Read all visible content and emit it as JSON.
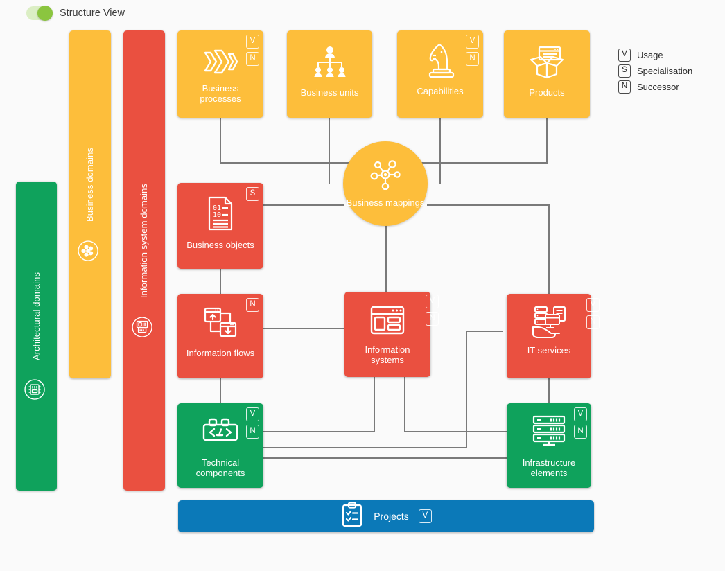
{
  "toggle": {
    "label": "Structure View",
    "state": "on",
    "track_color": "#dbeec4",
    "knob_color": "#8bc53f"
  },
  "legend": {
    "items": [
      {
        "badge": "V",
        "label": "Usage"
      },
      {
        "badge": "S",
        "label": "Specialisation"
      },
      {
        "badge": "N",
        "label": "Successor"
      }
    ]
  },
  "colors": {
    "orange": "#FDBE3B",
    "red": "#EA5040",
    "green": "#0FA25C",
    "blue": "#0B79B8",
    "wire": "#7a7a7a",
    "background": "#fafafa"
  },
  "lanes": [
    {
      "id": "architectural-domains",
      "label": "Architectural domains",
      "color": "#0FA25C",
      "icon": "chip-icon"
    },
    {
      "id": "business-domains",
      "label": "Business domains",
      "color": "#FDBE3B",
      "icon": "molecule-icon"
    },
    {
      "id": "information-system-domains",
      "label": "Information system domains",
      "color": "#EA5040",
      "icon": "app-window-icon"
    }
  ],
  "nodes": [
    {
      "id": "business-processes",
      "label": "Business processes",
      "color": "#FDBE3B",
      "icon": "chevrons-icon",
      "badges": [
        "V",
        "N"
      ]
    },
    {
      "id": "business-units",
      "label": "Business units",
      "color": "#FDBE3B",
      "icon": "org-chart-icon",
      "badges": []
    },
    {
      "id": "capabilities",
      "label": "Capabilities",
      "color": "#FDBE3B",
      "icon": "chess-knight-icon",
      "badges": [
        "V",
        "N"
      ]
    },
    {
      "id": "products",
      "label": "Products",
      "color": "#FDBE3B",
      "icon": "open-box-icon",
      "badges": []
    },
    {
      "id": "business-mappings",
      "label": "Business mappings",
      "color": "#FDBE3B",
      "icon": "network-hub-icon",
      "badges": []
    },
    {
      "id": "business-objects",
      "label": "Business objects",
      "color": "#EA5040",
      "icon": "binary-document-icon",
      "badges": [
        "S"
      ]
    },
    {
      "id": "information-flows",
      "label": "Information flows",
      "color": "#EA5040",
      "icon": "data-exchange-icon",
      "badges": [
        "N"
      ]
    },
    {
      "id": "information-systems",
      "label": "Information systems",
      "color": "#EA5040",
      "icon": "app-layout-icon",
      "badges": [
        "V",
        "N"
      ]
    },
    {
      "id": "it-services",
      "label": "IT services",
      "color": "#EA5040",
      "icon": "hand-server-icon",
      "badges": [
        "V",
        "N"
      ]
    },
    {
      "id": "technical-components",
      "label": "Technical components",
      "color": "#0FA25C",
      "icon": "code-brick-icon",
      "badges": [
        "V",
        "N"
      ]
    },
    {
      "id": "infrastructure-elements",
      "label": "Infrastructure elements",
      "color": "#0FA25C",
      "icon": "server-rack-icon",
      "badges": [
        "V",
        "N"
      ]
    },
    {
      "id": "projects",
      "label": "Projects",
      "color": "#0B79B8",
      "icon": "clipboard-check-icon",
      "badges": [
        "V"
      ]
    }
  ]
}
